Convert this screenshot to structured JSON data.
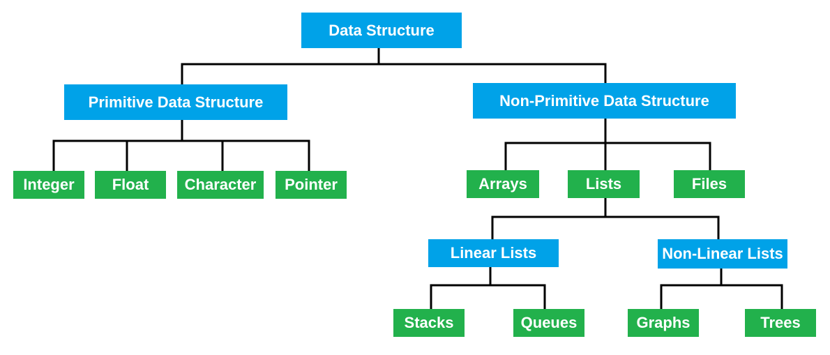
{
  "colors": {
    "category_box": "#00a2e8",
    "leaf_box": "#22b14c",
    "box_text": "#ffffff",
    "connector": "#000000"
  },
  "tree": {
    "root": "Data Structure",
    "primitive": {
      "label": "Primitive Data Structure",
      "children": [
        "Integer",
        "Float",
        "Character",
        "Pointer"
      ]
    },
    "non_primitive": {
      "label": "Non-Primitive Data Structure",
      "arrays": "Arrays",
      "lists": "Lists",
      "files": "Files",
      "linear_lists": {
        "label": "Linear Lists",
        "children": [
          "Stacks",
          "Queues"
        ]
      },
      "non_linear_lists": {
        "label": "Non-Linear Lists",
        "children": [
          "Graphs",
          "Trees"
        ]
      }
    }
  }
}
